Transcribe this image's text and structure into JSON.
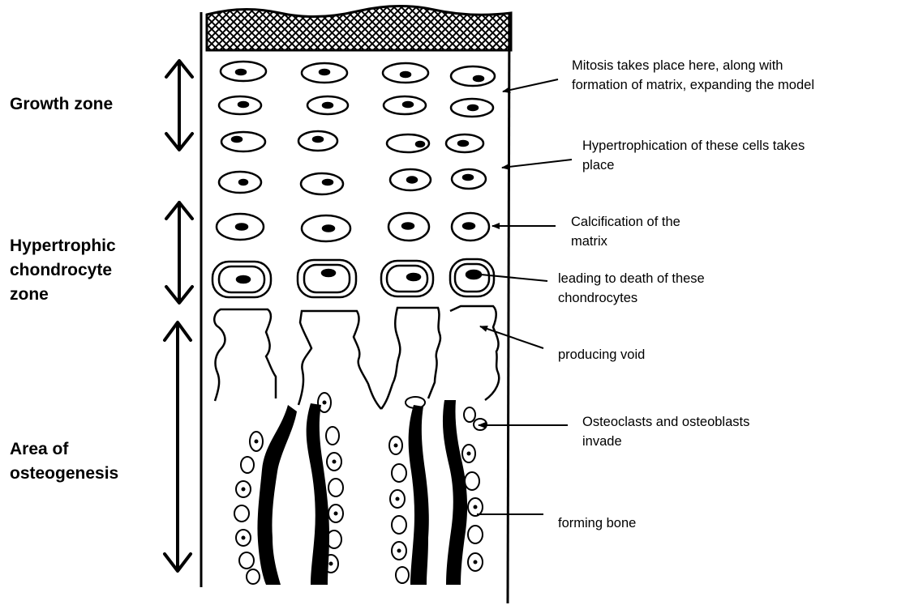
{
  "zones": {
    "growth": "Growth zone",
    "hypertrophic": [
      "Hypertrophic",
      "chondrocyte",
      "zone"
    ],
    "osteogenesis": [
      "Area of",
      "osteogenesis"
    ]
  },
  "annotations": {
    "mitosis": [
      "Mitosis takes place here, along with",
      "formation of matrix, expanding the model"
    ],
    "hypertrophication": [
      "Hypertrophication of these cells takes",
      "place"
    ],
    "calcification": [
      "Calcification of the",
      "matrix"
    ],
    "death": [
      "leading to death of these",
      "chondrocytes"
    ],
    "void": "producing void",
    "invade": [
      "Osteoclasts and osteoblasts",
      "invade"
    ],
    "bone": "forming bone"
  }
}
